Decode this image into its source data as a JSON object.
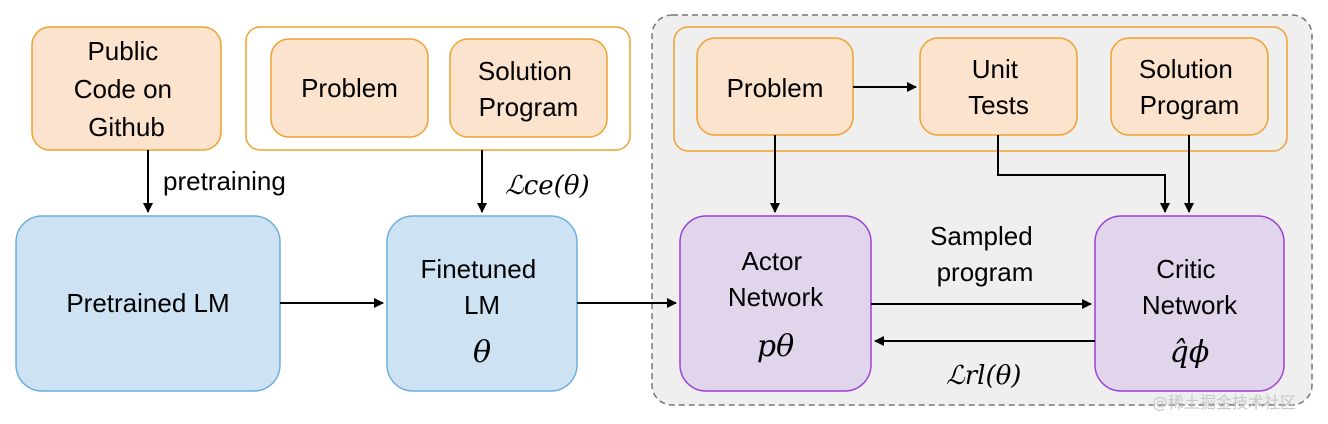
{
  "nodes": {
    "public_code": {
      "lines": [
        "Public",
        "Code on",
        "Github"
      ]
    },
    "problem_1": {
      "lines": [
        "Problem"
      ]
    },
    "solution_1": {
      "lines": [
        "Solution",
        "Program"
      ]
    },
    "pretrained_lm": {
      "lines": [
        "Pretrained LM"
      ]
    },
    "finetuned_lm": {
      "lines": [
        "Finetuned",
        "LM"
      ],
      "symbol": "θ"
    },
    "problem_2": {
      "lines": [
        "Problem"
      ]
    },
    "unit_tests": {
      "lines": [
        "Unit",
        "Tests"
      ]
    },
    "solution_2": {
      "lines": [
        "Solution",
        "Program"
      ]
    },
    "actor_network": {
      "lines": [
        "Actor",
        "Network"
      ],
      "symbol": "pθ"
    },
    "critic_network": {
      "lines": [
        "Critic",
        "Network"
      ],
      "symbol": "q̂ϕ"
    }
  },
  "edge_labels": {
    "pretraining": "pretraining",
    "ce_loss": "ℒce(θ)",
    "sampled_program": [
      "Sampled",
      "program"
    ],
    "rl_loss": "ℒrl(θ)"
  },
  "watermark": "@稀土掘金技术社区",
  "colors": {
    "orange_fill": "#fbe3cd",
    "orange_stroke": "#f0a030",
    "blue_fill": "#cde3f3",
    "blue_stroke": "#6aaedc",
    "purple_fill": "#e1d5ec",
    "purple_stroke": "#9b3fd6",
    "panel_fill": "#efefef",
    "panel_stroke": "#777777"
  }
}
